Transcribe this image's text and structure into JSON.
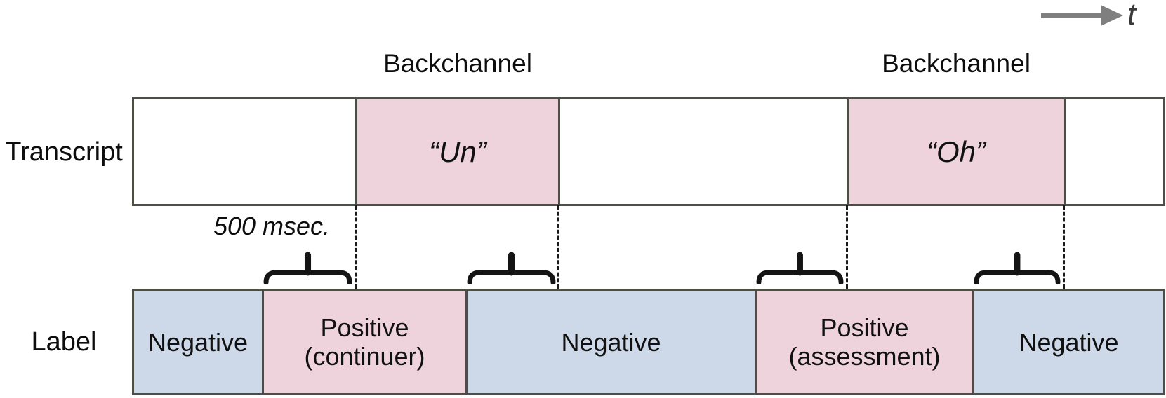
{
  "figure": {
    "type": "timeline-diagram",
    "description_visible_only": true
  },
  "colors": {
    "backchannel_pink": "#eed3dd",
    "negative_blue": "#cdd9e8",
    "bar_border": "#4b4f45",
    "arrow_gray": "#7f7f7f",
    "text": "#111111"
  },
  "time_axis": {
    "label": "t"
  },
  "backchannel_annotations": [
    {
      "title": "Backchannel"
    },
    {
      "title": "Backchannel"
    }
  ],
  "duration_annotation": {
    "text": "500 msec."
  },
  "transcript": {
    "row_label": "Transcript",
    "segments": [
      {
        "text": "",
        "type": "speech"
      },
      {
        "text": "“Un”",
        "type": "backchannel"
      },
      {
        "text": "",
        "type": "speech"
      },
      {
        "text": "“Oh”",
        "type": "backchannel"
      },
      {
        "text": "",
        "type": "speech"
      }
    ]
  },
  "label_row": {
    "row_label": "Label",
    "segments": [
      {
        "text": "Negative",
        "type": "negative"
      },
      {
        "text": "Positive\n(continuer)",
        "type": "positive"
      },
      {
        "text": "Negative",
        "type": "negative"
      },
      {
        "text": "Positive\n(assessment)",
        "type": "positive"
      },
      {
        "text": "Negative",
        "type": "negative"
      }
    ]
  }
}
